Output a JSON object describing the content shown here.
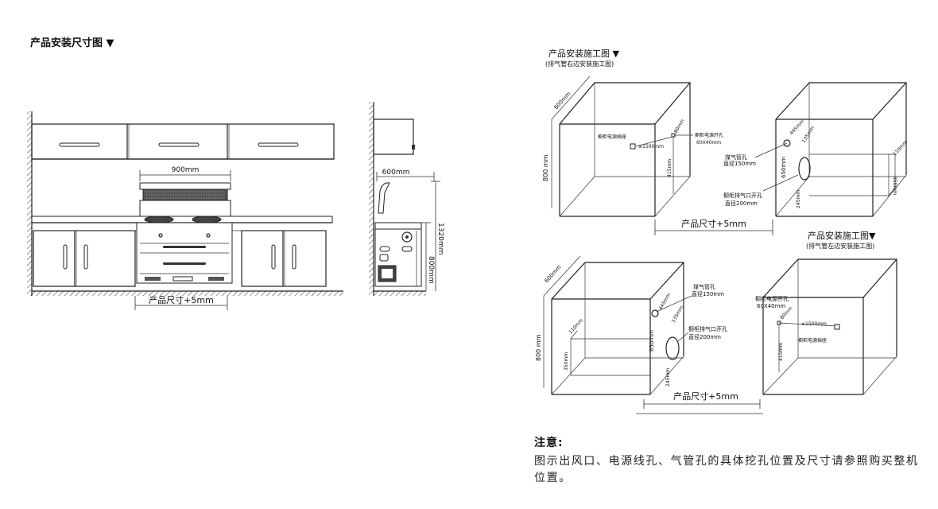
{
  "left": {
    "title": "产品安装尺寸图 ▼",
    "dim_width": "900mm",
    "dim_depth": "600mm",
    "dim_total_height": "1320mm",
    "dim_counter_height": "800mm",
    "product_size": "产品尺寸+5mm"
  },
  "top_right": {
    "title": "产品安装施工图 ▼",
    "subtitle": "(排气管右边安装施工图)",
    "depth": "600mm",
    "height": "800 mm",
    "power_socket": "橱柜电源插座",
    "socket_gap": "≤1500mm",
    "dim_80": "80mm",
    "power_hole": "橱柜电源开孔",
    "power_hole_size": "60X40mm",
    "dim_415": "415mm",
    "dim_445": "445mm",
    "dim_135": "135mm",
    "gas_hole": "煤气管孔",
    "gas_hole_dia": "直径150mm",
    "dim_650": "650mm",
    "dim_245": "245mm",
    "exhaust_hole": "橱柜排气口开孔",
    "exhaust_hole_dia": "直径200mm",
    "dim_110": "110mm",
    "dim_350": "350mm",
    "product_size": "产品尺寸+5mm"
  },
  "bottom_right": {
    "title": "产品安装施工图▼",
    "subtitle": "(排气管左边安装施工图)",
    "depth": "600mm",
    "height": "800 mm",
    "gas_hole": "煤气管孔",
    "gas_hole_dia": "直径150mm",
    "dim_445": "445mm",
    "dim_135": "135mm",
    "dim_110": "110mm",
    "dim_350": "350mm",
    "dim_650": "650mm",
    "dim_245": "245mm",
    "exhaust_hole": "橱柜排气口开孔",
    "exhaust_hole_dia": "直径200mm",
    "power_hole": "橱柜电源开孔",
    "power_hole_size": "60X40mm",
    "dim_80": "80mm",
    "socket_gap": "≤1500mm",
    "power_socket": "橱柜电源插座",
    "dim_415": "415mm",
    "product_size": "产品尺寸+5mm"
  },
  "note": {
    "title": "注意:",
    "body": "图示出风口、电源线孔、气管孔的具体挖孔位置及尺寸请参照购买整机位置。"
  }
}
